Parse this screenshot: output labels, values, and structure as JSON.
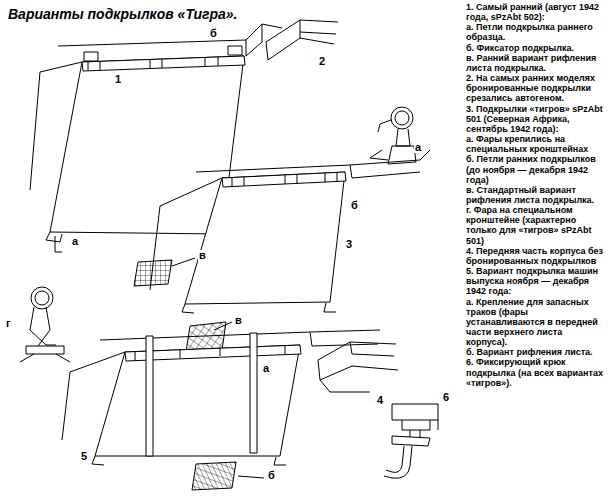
{
  "diagram": {
    "title": "Варианты подкрылков «Тигра».",
    "labels": [
      "1",
      "б",
      "2",
      "а",
      "в",
      "а",
      "б",
      "3",
      "г",
      "в",
      "а",
      "4",
      "6",
      "5",
      "б",
      "1. Самый ранний (август 1942 года, sPzAbt 502):",
      "а. Петли подкрылка раннего образца.",
      "б. Фиксатор подкрылка.",
      "в. Ранний вариант рифления листа подкрылка.",
      "2. На самых ранних моделях бронированные подкрылки срезались автогеном.",
      "3. Подкрылки «тигров» sPzAbt 501 (Северная Африка, сентябрь 1942 года):",
      "а. Фары крепились на специальных кронштейнах",
      "б. Петли ранних подкрылков (до ноября — декабря 1942 года)",
      "в. Стандартный вариант рифления листа подкрылка.",
      "г. Фара на специальном кронштейне (характерно только для «тигров» sPzAbt 501)",
      "4. Передняя часть корпуса без бронированных подкрылков",
      "5. Вариант подкрылка машин выпуска ноября — декабря 1942 года:",
      "а. Крепление для запасных траков (фары устанавливаются в передней части верхнего листа корпуса).",
      "б. Вариант рифления листа.",
      "6. Фиксирующий крюк подкрылка (на всех вариантах «тигров»)."
    ]
  }
}
